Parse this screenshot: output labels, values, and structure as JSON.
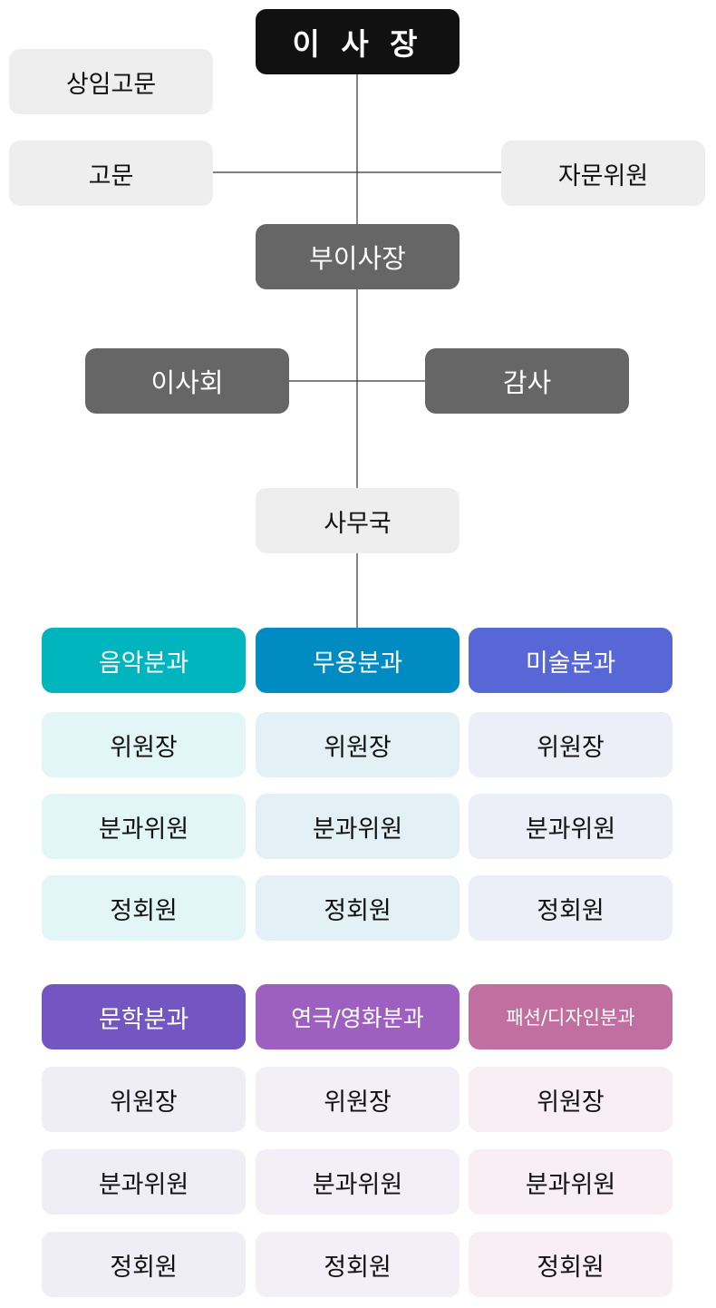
{
  "top": {
    "chairman": "이 사 장",
    "standing_advisor": "상임고문",
    "advisor": "고문",
    "consultant": "자문위원",
    "vice_chairman": "부이사장",
    "board": "이사회",
    "auditor": "감사",
    "secretariat": "사무국"
  },
  "divisions": [
    {
      "name": "음악분과",
      "color": "#00b5be",
      "light": "#e3f6f7",
      "members": [
        "위원장",
        "분과위원",
        "정회원"
      ]
    },
    {
      "name": "무용분과",
      "color": "#008cc3",
      "light": "#e3f0f6",
      "members": [
        "위원장",
        "분과위원",
        "정회원"
      ]
    },
    {
      "name": "미술분과",
      "color": "#5867d6",
      "light": "#eceef8",
      "members": [
        "위원장",
        "분과위원",
        "정회원"
      ]
    },
    {
      "name": "문학분과",
      "color": "#7356c1",
      "light": "#efedf6",
      "members": [
        "위원장",
        "분과위원",
        "정회원"
      ]
    },
    {
      "name": "연극/영화분과",
      "color": "#9e60c0",
      "light": "#f3eff6",
      "members": [
        "위원장",
        "분과위원",
        "정회원"
      ]
    },
    {
      "name": "패션/디자인분과",
      "color": "#c06fa0",
      "light": "#f8eef3",
      "members": [
        "위원장",
        "분과위원",
        "정회원"
      ]
    }
  ]
}
